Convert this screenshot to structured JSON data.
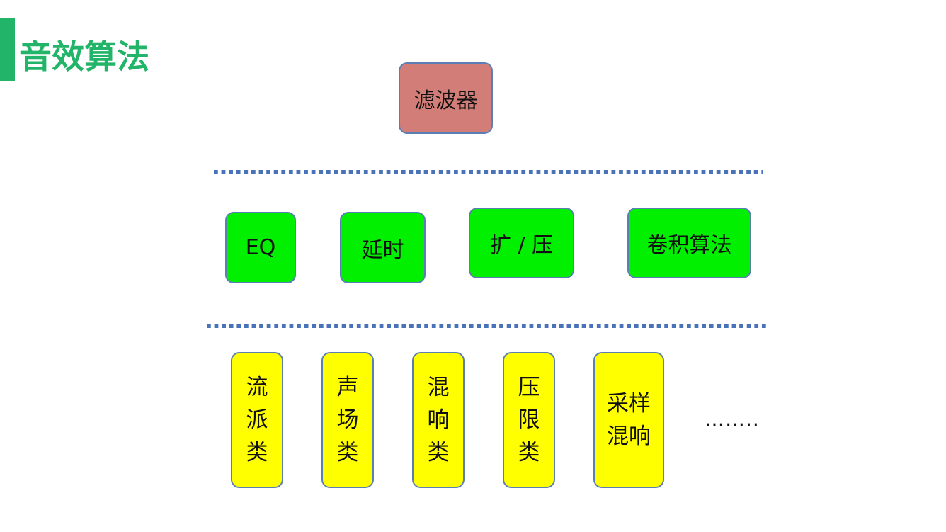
{
  "title": "音效算法",
  "colors": {
    "accent": "#22b469",
    "filter_box": "#d27d77",
    "green_box": "#00f000",
    "yellow_box": "#ffff00",
    "border": "#5b7fb4",
    "dotted_line": "#4a72b8"
  },
  "top_node": {
    "label": "滤波器"
  },
  "middle_nodes": [
    {
      "label": "EQ"
    },
    {
      "label": "延时"
    },
    {
      "label": "扩 / 压"
    },
    {
      "label": "卷积算法"
    }
  ],
  "bottom_nodes": [
    {
      "label": "流派类"
    },
    {
      "label": "声场类"
    },
    {
      "label": "混响类"
    },
    {
      "label": "压限类"
    },
    {
      "label": "采样混响"
    }
  ],
  "ellipsis": "……..",
  "layers": [
    {
      "name": "separator-1"
    },
    {
      "name": "separator-2"
    }
  ]
}
